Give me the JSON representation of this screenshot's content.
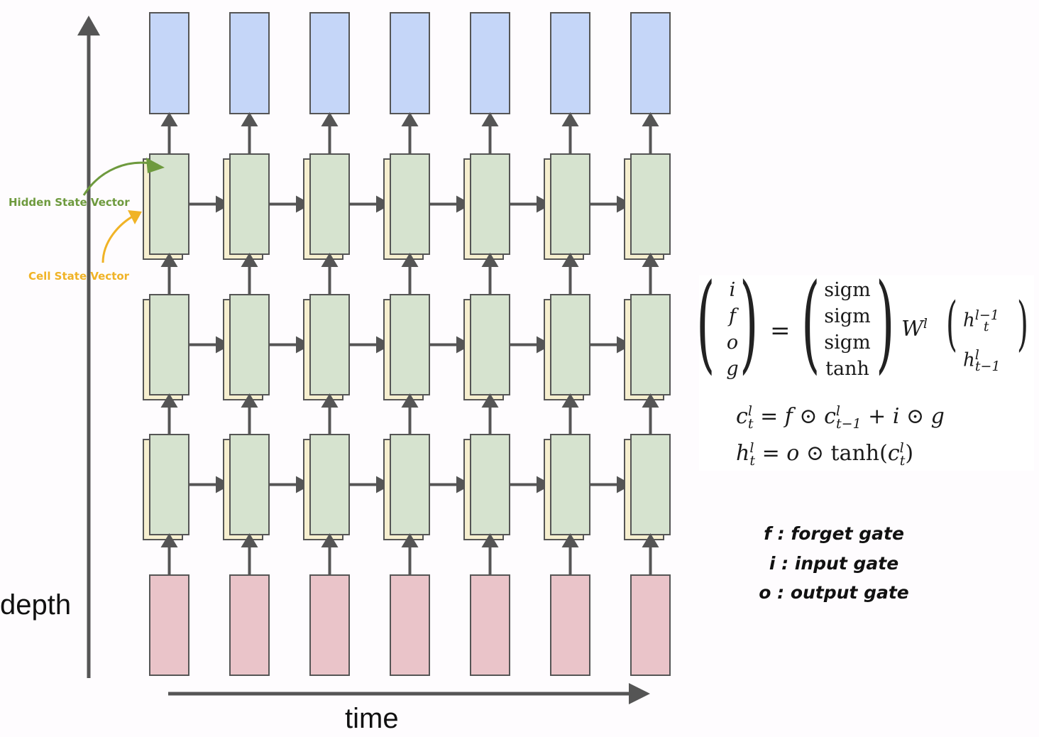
{
  "axes": {
    "vertical_label": "depth",
    "horizontal_label": "time"
  },
  "grid": {
    "timesteps": 7,
    "hidden_layers": 3
  },
  "colors": {
    "output": "#c5d6f8",
    "hidden": "#d6e3cf",
    "cell": "#f6efcf",
    "input": "#eac4c9",
    "stroke": "#555555",
    "hidden_callout": "#6e9a3e",
    "cell_callout": "#f0b326"
  },
  "callouts": {
    "hidden_state": "Hidden State Vector",
    "cell_state": "Cell State Vector"
  },
  "equations": {
    "gates": [
      "i",
      "f",
      "o",
      "g"
    ],
    "activations": [
      "sigm",
      "sigm",
      "sigm",
      "tanh"
    ],
    "weight": "W",
    "weight_sup": "l",
    "h_prev_layer": "h",
    "h_prev_layer_sub": "t",
    "h_prev_layer_sup": "l−1",
    "h_prev_time": "h",
    "h_prev_time_sub": "t−1",
    "h_prev_time_sup": "l",
    "cell_update": "c_t^l = f ⊙ c_{t−1}^l + i ⊙ g",
    "hidden_update": "h_t^l = o ⊙ tanh(c_t^l)"
  },
  "legend": [
    "f : forget gate",
    "i : input gate",
    "o : output gate"
  ]
}
